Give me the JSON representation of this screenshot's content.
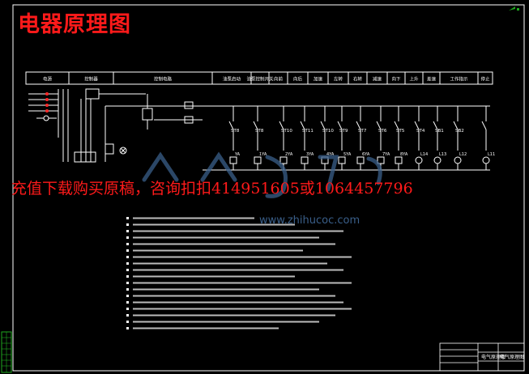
{
  "title": "电器原理图",
  "watermark_text": "充值下载购买原稿，咨询扣扣414951605或1064457796",
  "watermark_url": "www.zhihucoc.com",
  "header_cells": [
    "电源",
    "控制器",
    "控制电路",
    "油泵启动",
    "油泵控制开关",
    "向前",
    "向后",
    "加速",
    "左转",
    "右转",
    "减速",
    "向下",
    "上升",
    "差速",
    "工作指示",
    "停止"
  ],
  "coil_labels": [
    "ST8",
    "ST8",
    "ST10",
    "ST11",
    "ST10",
    "ST9",
    "ST7",
    "ST6",
    "ST5",
    "ST4",
    "SB1",
    "SB2"
  ],
  "bottom_labels": [
    "YA",
    "1YA",
    "2YA",
    "3YA",
    "4YA",
    "5YA",
    "6YA",
    "7YA",
    "8YA",
    "L14",
    "L13",
    "L12",
    "L11"
  ],
  "title_block_project": "电气原理图",
  "title_block_name": "电气原理图"
}
